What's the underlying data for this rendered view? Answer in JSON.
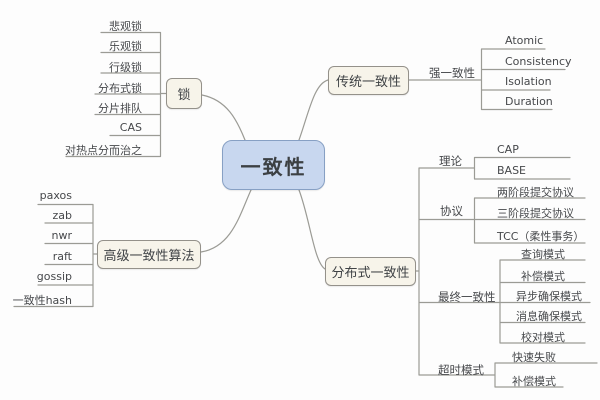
{
  "colors": {
    "background": "#fdfdfd",
    "connector_line": "#9b9b95",
    "root_fill": "#c8d7ef",
    "root_border": "#87a0c4",
    "branch_fill": "#f7f4ea",
    "branch_border": "#94918a",
    "text": "#3f4245"
  },
  "root": {
    "label": "一致性"
  },
  "lock": {
    "label": "锁",
    "children": [
      "悲观锁",
      "乐观锁",
      "行级锁",
      "分布式锁",
      "分片排队",
      "CAS",
      "对热点分而治之"
    ]
  },
  "advanced": {
    "label": "高级一致性算法",
    "children": [
      "paxos",
      "zab",
      "nwr",
      "raft",
      "gossip",
      "一致性hash"
    ]
  },
  "traditional": {
    "label": "传统一致性",
    "strong": {
      "label": "强一致性",
      "children": [
        "Atomic",
        "Consistency",
        "Isolation",
        "Duration"
      ]
    }
  },
  "distributed": {
    "label": "分布式一致性",
    "theory": {
      "label": "理论",
      "children": [
        "CAP",
        "BASE"
      ]
    },
    "protocol": {
      "label": "协议",
      "children": [
        "两阶段提交协议",
        "三阶段提交协议",
        "TCC（柔性事务）"
      ]
    },
    "eventual": {
      "label": "最终一致性",
      "children": [
        "查询模式",
        "补偿模式",
        "异步确保模式",
        "消息确保模式",
        "校对模式"
      ]
    },
    "timeout": {
      "label": "超时模式",
      "children": [
        "快速失败",
        "补偿模式"
      ]
    }
  }
}
